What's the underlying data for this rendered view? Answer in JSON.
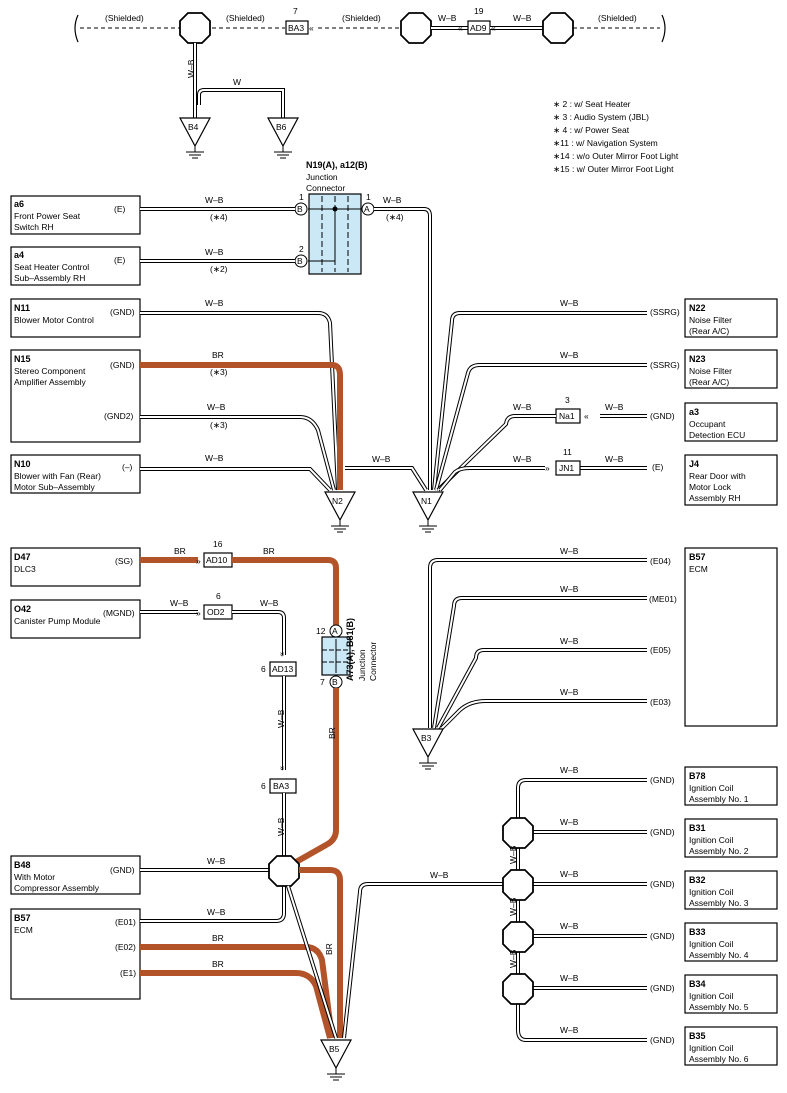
{
  "top": {
    "shielded": [
      "(Shielded)",
      "(Shielded)",
      "(Shielded)",
      "(Shielded)"
    ],
    "ba3_pin": "7",
    "ba3": "BA3",
    "ad9_pin": "19",
    "ad9": "AD9",
    "wb": "W–B",
    "w": "W",
    "b4": "B4",
    "b6": "B6"
  },
  "notes": [
    "∗ 2 : w/ Seat Heater",
    "∗ 3 : Audio System (JBL)",
    "∗ 4 : w/ Power Seat",
    "∗11 : w/ Navigation System",
    "∗14 : w/o Outer Mirror Foot Light",
    "∗15 : w/ Outer Mirror Foot Light"
  ],
  "junction": {
    "title": "N19(A), a12(B)",
    "sub1": "Junction",
    "sub2": "Connector",
    "pin_a": "A",
    "pin_b": "B",
    "p1": "1",
    "p1b": "1",
    "p2": "2"
  },
  "left": [
    {
      "code": "a6",
      "name1": "Front Power Seat",
      "name2": "Switch RH",
      "term": "(E)",
      "wire": "W–B",
      "cond": "(∗4)"
    },
    {
      "code": "a4",
      "name1": "Seat Heater Control",
      "name2": "Sub–Assembly RH",
      "term": "(E)",
      "wire": "W–B",
      "cond": "(∗2)"
    },
    {
      "code": "N11",
      "name1": "Blower Motor Control",
      "name2": "",
      "term": "(GND)",
      "wire": "W–B",
      "cond": ""
    },
    {
      "code": "N15",
      "name1": "Stereo Component",
      "name2": "Amplifier Assembly",
      "term": "(GND)",
      "wire": "BR",
      "cond": "(∗3)",
      "term2": "(GND2)",
      "wire2": "W–B",
      "cond2": "(∗3)"
    },
    {
      "code": "N10",
      "name1": "Blower with Fan (Rear)",
      "name2": "Motor Sub–Assembly",
      "term": "(–)",
      "wire": "W–B",
      "cond": ""
    }
  ],
  "right_top": [
    {
      "code": "N22",
      "name1": "Noise Filter",
      "name2": "(Rear A/C)",
      "name3": "",
      "term": "(SSRG)",
      "wire": "W–B"
    },
    {
      "code": "N23",
      "name1": "Noise Filter",
      "name2": "(Rear A/C)",
      "name3": "",
      "term": "(SSRG)",
      "wire": "W–B"
    },
    {
      "code": "a3",
      "name1": "Occupant",
      "name2": "Detection ECU",
      "name3": "",
      "term": "(GND)",
      "wire": "W–B",
      "conn": "Na1",
      "pin": "3"
    },
    {
      "code": "J4",
      "name1": "Rear Door with",
      "name2": "Motor Lock",
      "name3": "Assembly RH",
      "term": "(E)",
      "wire": "W–B",
      "conn": "JN1",
      "pin": "11"
    }
  ],
  "ground_n": {
    "n2": "N2",
    "n1": "N1",
    "wb_mid": "W–B",
    "wb_out": "W–B",
    "cond_out": "(∗4)"
  },
  "mid_left": {
    "d47": {
      "code": "D47",
      "name": "DLC3",
      "term": "(SG)",
      "wire": "BR",
      "conn": "AD10",
      "pin": "16",
      "wire2": "BR"
    },
    "o42": {
      "code": "O42",
      "name": "Canister Pump Module",
      "term": "(MGND)",
      "wire": "W–B",
      "conn": "OD2",
      "pin": "6",
      "wire2": "W–B"
    },
    "ad13": {
      "conn": "AD13",
      "pin": "6"
    },
    "ba3": {
      "conn": "BA3",
      "pin": "6"
    },
    "jc": {
      "title": "A73(A), B81(B)",
      "sub1": "Junction",
      "sub2": "Connector",
      "pa": "A",
      "pb": "B",
      "p12": "12",
      "p7": "7"
    },
    "wb_v1": "W–B",
    "wb_v2": "W–B",
    "br_v": "BR"
  },
  "b57_right": {
    "code": "B57",
    "name": "ECM",
    "pins": [
      "(E04)",
      "(ME01)",
      "(E05)",
      "(E03)"
    ],
    "wire": "W–B",
    "ground": "B3"
  },
  "bottom_left": {
    "b48": {
      "code": "B48",
      "name1": "With Motor",
      "name2": "Compressor Assembly",
      "term": "(GND)",
      "wire": "W–B"
    },
    "b57": {
      "code": "B57",
      "name": "ECM",
      "pins": [
        "(E01)",
        "(E02)",
        "(E1)"
      ],
      "wires": [
        "W–B",
        "BR",
        "BR"
      ]
    },
    "br_v": "BR",
    "ground": "B5"
  },
  "coils": [
    {
      "code": "B78",
      "name1": "Ignition Coil",
      "name2": "Assembly No. 1",
      "term": "(GND)",
      "wire": "W–B"
    },
    {
      "code": "B31",
      "name1": "Ignition Coil",
      "name2": "Assembly No. 2",
      "term": "(GND)",
      "wire": "W–B"
    },
    {
      "code": "B32",
      "name1": "Ignition Coil",
      "name2": "Assembly No. 3",
      "term": "(GND)",
      "wire": "W–B"
    },
    {
      "code": "B33",
      "name1": "Ignition Coil",
      "name2": "Assembly No. 4",
      "term": "(GND)",
      "wire": "W–B"
    },
    {
      "code": "B34",
      "name1": "Ignition Coil",
      "name2": "Assembly No. 5",
      "term": "(GND)",
      "wire": "W–B"
    },
    {
      "code": "B35",
      "name1": "Ignition Coil",
      "name2": "Assembly No. 6",
      "term": "(GND)",
      "wire": "W–B"
    }
  ],
  "coil_bus": {
    "wire_in": "W–B",
    "vlabels": [
      "W–B",
      "W–B",
      "W–B"
    ]
  }
}
